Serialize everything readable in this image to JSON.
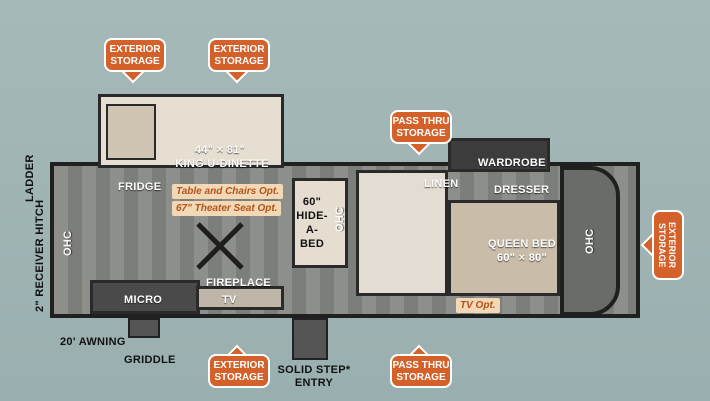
{
  "callouts": {
    "ext_storage_top_left": "EXTERIOR STORAGE",
    "ext_storage_top_mid": "EXTERIOR STORAGE",
    "pass_thru_top": "PASS THRU STORAGE",
    "ext_storage_bottom": "EXTERIOR STORAGE",
    "pass_thru_bottom": "PASS THRU STORAGE",
    "ext_storage_right": "EXTERIOR STORAGE"
  },
  "labels": {
    "ladder": "LADDER",
    "receiver_hitch": "2\" RECEIVER HITCH",
    "ohc_left": "OHC",
    "ohc_mid": "OHC",
    "ohc_right": "OHC",
    "fridge": "FRIDGE",
    "dinette_size": "44\" × 81\"",
    "dinette_name": "KING U-DINETTE",
    "table_opt": "Table and Chairs Opt.",
    "theater_opt": "67\" Theater Seat Opt.",
    "hide_a_bed_1": "60\"",
    "hide_a_bed_2": "HIDE-",
    "hide_a_bed_3": "A-",
    "hide_a_bed_4": "BED",
    "fireplace": "FIREPLACE",
    "tv": "TV",
    "micro": "MICRO",
    "awning": "20' AWNING",
    "griddle": "GRIDDLE",
    "linen": "LINEN",
    "wardrobe": "WARDROBE",
    "dresser": "DRESSER",
    "queen_bed": "QUEEN BED",
    "queen_bed_size": "60\" × 80\"",
    "tv_opt": "TV Opt.",
    "solid_step": "SOLID STEP*",
    "entry": "ENTRY"
  }
}
